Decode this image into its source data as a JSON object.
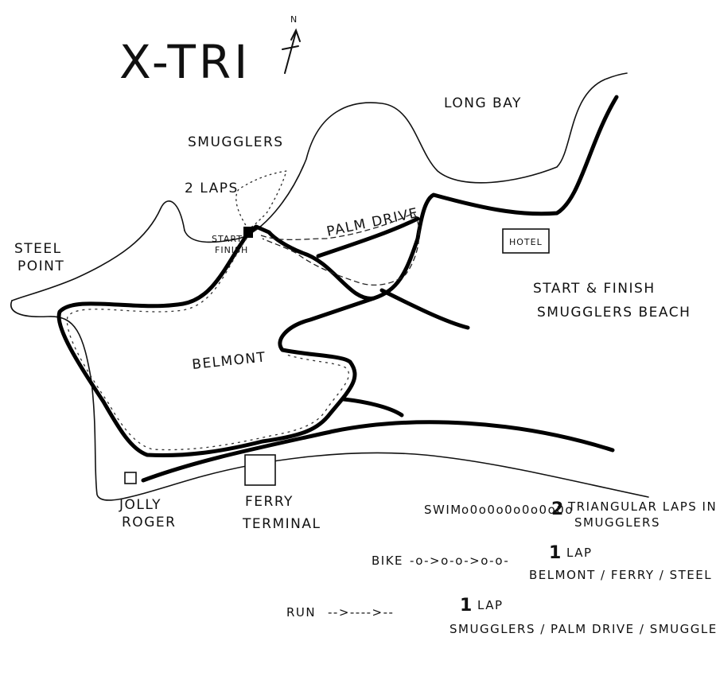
{
  "title": "X-TRI",
  "north_label": "N",
  "places": {
    "long_bay": "LONG BAY",
    "smugglers": "SMUGGLERS",
    "steel_point_line1": "STEEL",
    "steel_point_line2": "POINT",
    "belmont": "BELMONT",
    "hotel": "HOTEL",
    "jolly_roger_line1": "JOLLY",
    "jolly_roger_line2": "ROGER",
    "ferry_terminal_line1": "FERRY",
    "ferry_terminal_line2": "TERMINAL",
    "palm_drive": "PALM DRIVE",
    "start_label": "START",
    "finish_label": "FINISH",
    "start_finish_line1": "START & FINISH",
    "start_finish_line2": "SMUGGLERS BEACH"
  },
  "swim_laps_note": "2 LAPS",
  "legend": {
    "swim": {
      "label": "SWIM",
      "symbol": "o0o0o0o0o0o0o",
      "count": "2",
      "desc_line1": "TRIANGULAR LAPS IN",
      "desc_line2": "SMUGGLERS"
    },
    "bike": {
      "label": "BIKE",
      "symbol": "-o->o-o->o-o-",
      "count": "1",
      "unit": "LAP",
      "desc": "BELMONT / FERRY / STEEL PT."
    },
    "run": {
      "label": "RUN",
      "symbol": "-->---->--",
      "count": "1",
      "unit": "LAP",
      "desc": "SMUGGLERS / PALM DRIVE / SMUGGLERS"
    }
  }
}
